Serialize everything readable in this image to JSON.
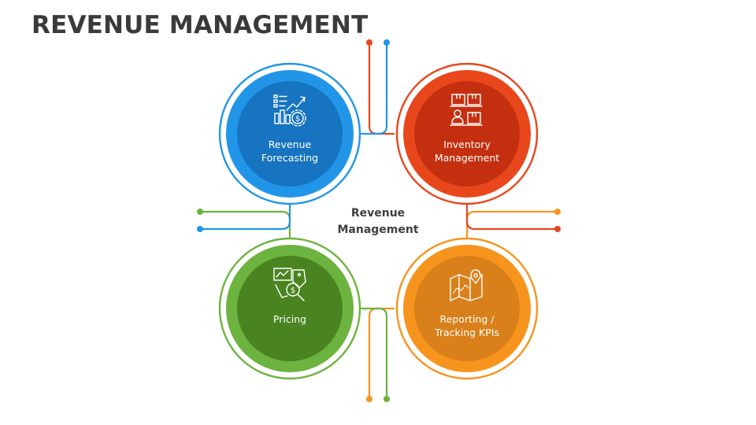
{
  "title": "REVENUE MANAGEMENT",
  "center": {
    "line1": "Revenue",
    "line2": "Management"
  },
  "nodes": [
    {
      "line1": "Revenue",
      "line2": "Forecasting",
      "color": "#1b84d6",
      "ring": "#2196e8",
      "icon": "forecast-chart-icon"
    },
    {
      "line1": "Inventory",
      "line2": "Management",
      "color": "#d1310f",
      "ring": "#e8471c",
      "icon": "inventory-boxes-icon"
    },
    {
      "line1": "Pricing",
      "line2": "",
      "color": "#4d8a22",
      "ring": "#6db33f",
      "icon": "pricing-dollar-icon"
    },
    {
      "line1": "Reporting /",
      "line2": "Tracking KPIs",
      "color": "#e6861c",
      "ring": "#f7941d",
      "icon": "kpi-map-icon"
    }
  ]
}
